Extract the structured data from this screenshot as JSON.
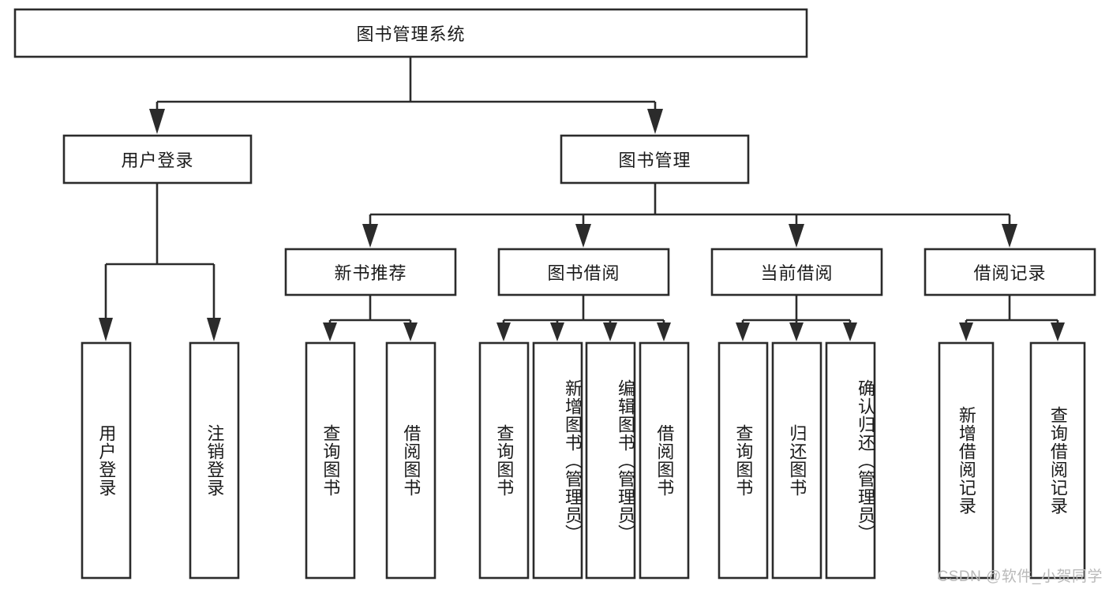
{
  "diagram": {
    "type": "tree-hierarchy-chart",
    "title": "图书管理系统",
    "orientation": "top-down",
    "colors": {
      "box_stroke": "#2b2b2b",
      "box_fill": "#ffffff",
      "connector": "#2b2b2b",
      "text": "#1a1a1a",
      "watermark": "#b9b9b9",
      "background": "#ffffff"
    },
    "root": {
      "id": "root",
      "label": "图书管理系统",
      "orientation": "horizontal"
    },
    "level2": [
      {
        "id": "user-login",
        "label": "用户登录",
        "orientation": "horizontal"
      },
      {
        "id": "book-manage",
        "label": "图书管理",
        "orientation": "horizontal"
      }
    ],
    "level3": [
      {
        "id": "new-book-recommend",
        "label": "新书推荐",
        "orientation": "horizontal",
        "parent": "book-manage"
      },
      {
        "id": "book-borrow",
        "label": "图书借阅",
        "orientation": "horizontal",
        "parent": "book-manage"
      },
      {
        "id": "current-borrow",
        "label": "当前借阅",
        "orientation": "horizontal",
        "parent": "book-manage"
      },
      {
        "id": "borrow-record",
        "label": "借阅记录",
        "orientation": "horizontal",
        "parent": "book-manage"
      }
    ],
    "leaves": [
      {
        "id": "leaf-user-login",
        "label": "用户登录",
        "orientation": "vertical",
        "parent": "user-login"
      },
      {
        "id": "leaf-logout-login",
        "label": "注销登录",
        "orientation": "vertical",
        "parent": "user-login"
      },
      {
        "id": "leaf-query-book-1",
        "label": "查询图书",
        "orientation": "vertical",
        "parent": "new-book-recommend"
      },
      {
        "id": "leaf-borrow-book-1",
        "label": "借阅图书",
        "orientation": "vertical",
        "parent": "new-book-recommend"
      },
      {
        "id": "leaf-query-book-2",
        "label": "查询图书",
        "orientation": "vertical",
        "parent": "book-borrow"
      },
      {
        "id": "leaf-add-book-admin",
        "label": "新增图书（管理员）",
        "orientation": "vertical",
        "parent": "book-borrow"
      },
      {
        "id": "leaf-edit-book-admin",
        "label": "编辑图书（管理员）",
        "orientation": "vertical",
        "parent": "book-borrow"
      },
      {
        "id": "leaf-borrow-book-2",
        "label": "借阅图书",
        "orientation": "vertical",
        "parent": "book-borrow"
      },
      {
        "id": "leaf-query-book-3",
        "label": "查询图书",
        "orientation": "vertical",
        "parent": "current-borrow"
      },
      {
        "id": "leaf-return-book",
        "label": "归还图书",
        "orientation": "vertical",
        "parent": "current-borrow"
      },
      {
        "id": "leaf-confirm-return-admin",
        "label": "确认归还（管理员）",
        "orientation": "vertical",
        "parent": "current-borrow"
      },
      {
        "id": "leaf-add-borrow-record",
        "label": "新增借阅记录",
        "orientation": "vertical",
        "parent": "borrow-record"
      },
      {
        "id": "leaf-query-borrow-record",
        "label": "查询借阅记录",
        "orientation": "vertical",
        "parent": "borrow-record"
      }
    ]
  },
  "watermark": {
    "text": "CSDN @软件_小贺同学"
  }
}
